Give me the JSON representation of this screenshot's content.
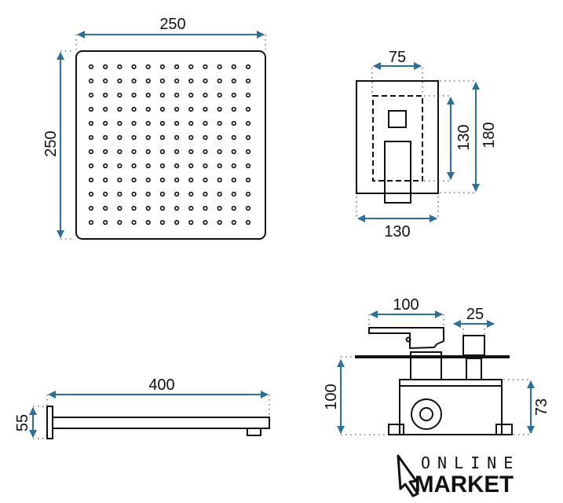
{
  "title": "Shower set technical drawing",
  "colors": {
    "dimension": "#2e6f96",
    "line": "#111111"
  },
  "shower_head": {
    "width_label": "250",
    "height_label": "250",
    "nozzle_rows": 12,
    "nozzle_cols": 12
  },
  "mixer_front": {
    "inner_width_label": "75",
    "inner_height_label": "130",
    "outer_height_label": "180",
    "outer_width_label": "130"
  },
  "shower_arm": {
    "length_label": "400",
    "height_label": "55"
  },
  "mixer_side": {
    "lever_label": "100",
    "cartridge_label": "25",
    "depth_label": "100",
    "body_label": "73"
  },
  "logo": {
    "line1": "ONLINE",
    "line2": "MARKET"
  }
}
